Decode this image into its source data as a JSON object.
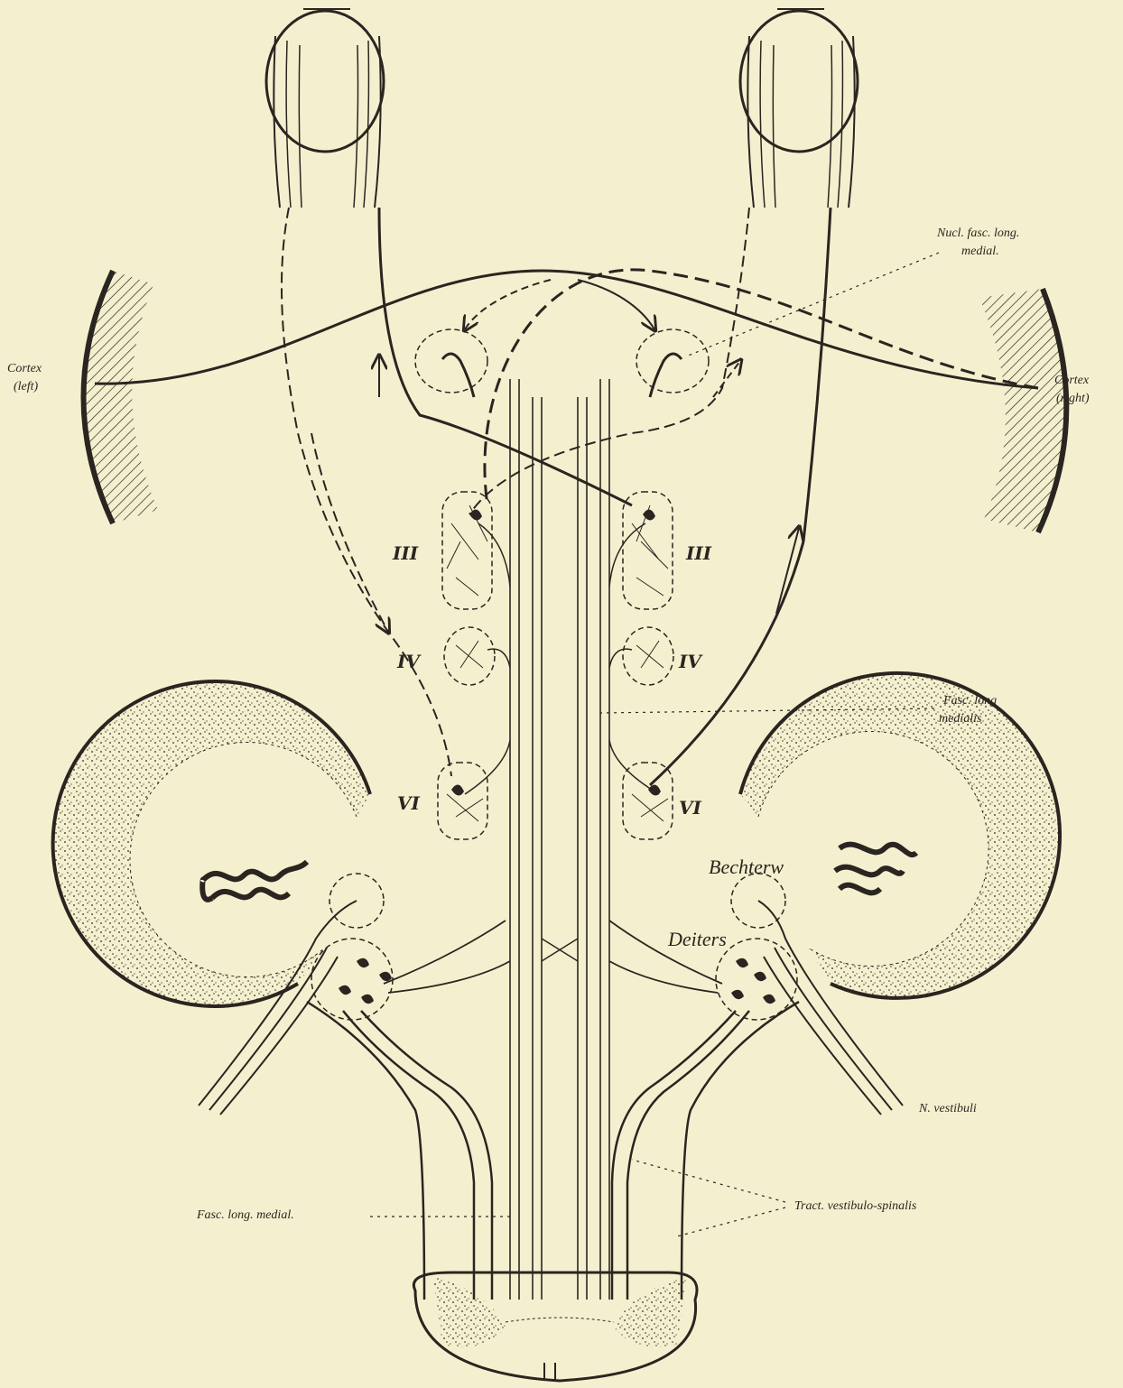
{
  "labels": {
    "nucl_fasc_1": "Nucl. fasc. long.",
    "nucl_fasc_2": "medial.",
    "cortex_left_1": "Cortex",
    "cortex_left_2": "(left)",
    "cortex_right_1": "Cortex",
    "cortex_right_2": "(right)",
    "fasc_long_1": "Fasc. long",
    "fasc_long_2": "medialis",
    "bechterew": "Bechterw",
    "deiters": "Deiters",
    "n_vestibuli": "N. vestibuli",
    "tract_vestibulo": "Tract. vestibulo-spinalis",
    "fasc_long_medial": "Fasc. long. medial."
  },
  "nerve_numerals": {
    "III_left": "III",
    "III_right": "III",
    "IV_left": "IV",
    "IV_right": "IV",
    "VI_left": "VI",
    "VI_right": "VI"
  },
  "colors": {
    "paper": "#f4f0cf",
    "ink": "#2a2520"
  }
}
